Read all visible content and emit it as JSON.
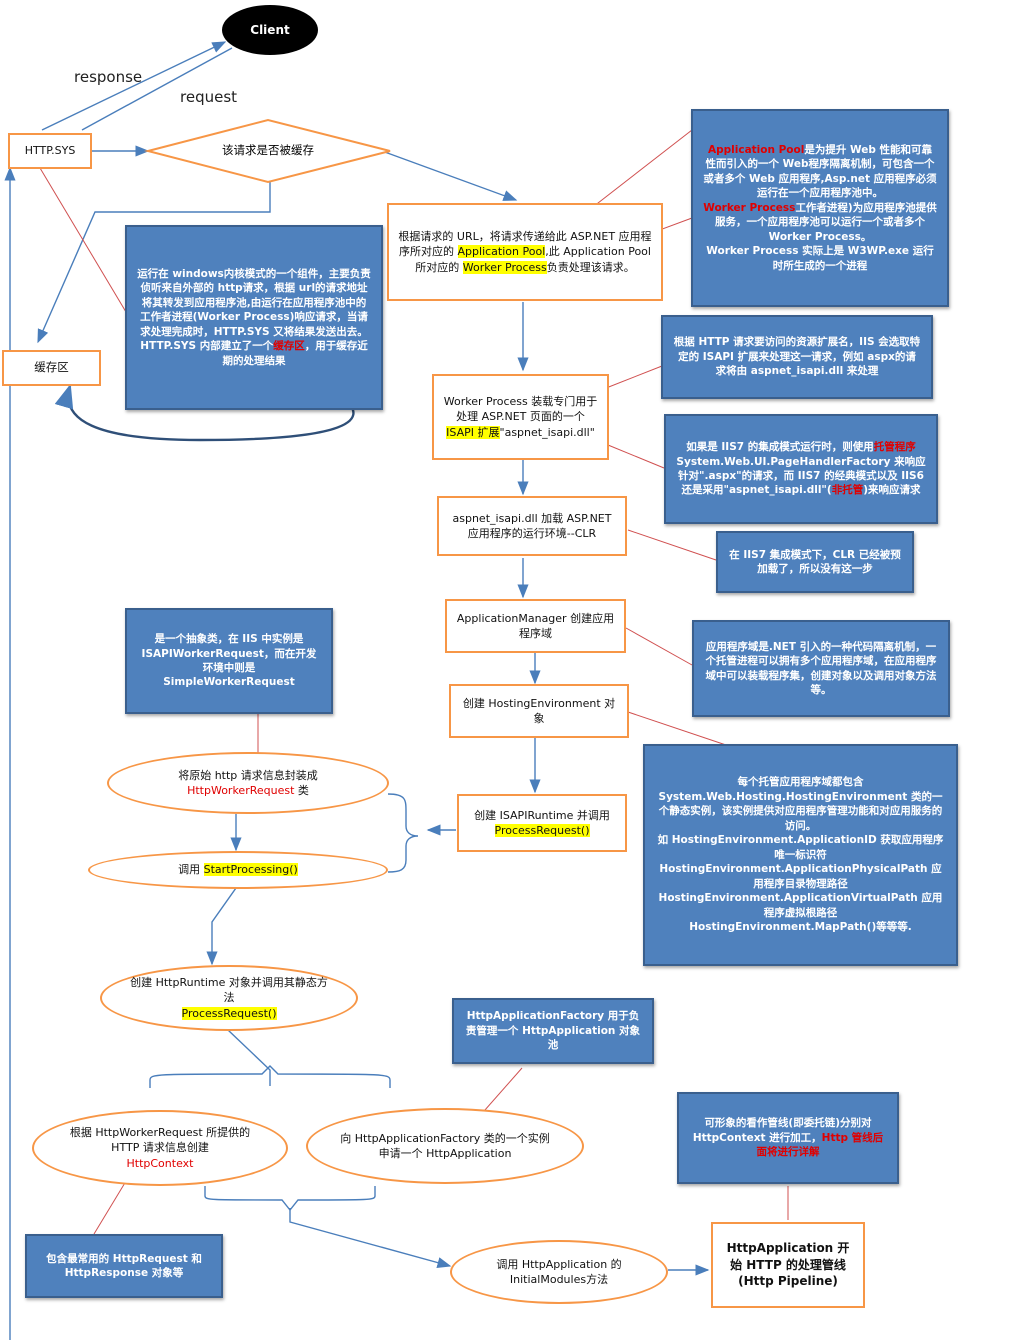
{
  "client": "Client",
  "response_label": "response",
  "request_label": "request",
  "httpsys": "HTTP.SYS",
  "cache_question": "该请求是否被缓存",
  "cache_area": "缓存区",
  "httpsys_note": {
    "p1": "运行在 windows内核模式的一个组件，主要负责侦听来自外部的 http请求，根据 url的请求地址将其转发到应用程序池,由运行在应用程序池中的工作者进程(Worker Process)响应请求，当请求处理完成时，HTTP.SYS 又将结果发送出去。HTTP.SYS 内部建立了一个",
    "p2": "缓存区",
    "p3": "，用于缓存近期的处理结果"
  },
  "dispatch": {
    "p1": "根据请求的 URL，将请求传递给此 ASP.NET 应用程序所对应的 ",
    "p2": "Application Pool",
    "p3": ",此 Application Pool 所对应的 ",
    "p4": "Worker Process",
    "p5": "负责处理该请求。"
  },
  "apppool_note": {
    "a1": "Application Pool",
    "a2": "是为提升 Web 性能和可靠性而引入的一个 Web程序隔离机制，可包含一个或者多个 Web 应用程序,Asp.net 应用程序必须运行在一个应用程序池中。",
    "b1": "Worker Process",
    "b2": "工作者进程)为应用程序池提供服务，一个应用程序池可以运行一个或者多个 Worker Process。",
    "c": "Worker Process 实际上是 W3WP.exe 运行时所生成的一个进程"
  },
  "isapi_note": "根据 HTTP 请求要访问的资源扩展名，IIS 会选取特定的 ISAPI 扩展来处理这一请求，例如 aspx的请求将由 aspnet_isapi.dll 来处理",
  "worker_box": {
    "p1": "Worker Process 装载专门用于处理 ASP.NET 页面的一个",
    "p2": "ISAPI 扩展",
    "p3": "\"aspnet_isapi.dll\""
  },
  "iis7_note": {
    "p1": "如果是 IIS7 的集成模式运行时，则使用",
    "p2": "托管程序",
    "p3": "System.Web.UI.PageHandlerFactory 来响应针对\".aspx\"的请求，而 IIS7 的经典模式以及 IIS6 还是采用\"aspnet_isapi.dll\"(",
    "p4": "非托管",
    "p5": ")来响应请求"
  },
  "clr_box": "aspnet_isapi.dll 加载 ASP.NET 应用程序的运行环境--CLR",
  "clr_note": "在 IIS7 集成模式下，CLR 已经被预加载了，所以没有这一步",
  "appmanager_box": "ApplicationManager 创建应用程序域",
  "appdomain_note": "应用程序域是.NET 引入的一种代码隔离机制，一个托管进程可以拥有多个应用程序域，在应用程序域中可以装载程序集，创建对象以及调用对象方法等。",
  "hostenv_box": "创建 HostingEnvironment 对象",
  "hostenv_note": {
    "p1": "每个托管应用程序域都包含 System.Web.Hosting.HostingEnvironment 类的一个静态实例，该实例提供对应用程序管理功能和对应用服务的访问。",
    "p2": "如 HostingEnvironment.ApplicationID 获取应用程序唯一标识符",
    "p3": "HostingEnvironment.ApplicationPhysicalPath 应用程序目录物理路径",
    "p4": "HostingEnvironment.ApplicationVirtualPath 应用程序虚拟根路径",
    "p5": "HostingEnvironment.MapPath()等等等."
  },
  "isapiruntime_box": {
    "p1": "创建 ISAPIRuntime 并调用",
    "p2": "ProcessRequest()"
  },
  "workerrequest_note": "是一个抽象类，在 IIS 中实例是 ISAPIWorkerRequest，而在开发环境中则是 SimpleWorkerRequest",
  "wrap_oval": {
    "p1": "将原始 http 请求信息封装成",
    "p2": "HttpWorkerRequest",
    "p3": " 类"
  },
  "startproc_oval": {
    "p1": "调用 ",
    "p2": "StartProcessing()"
  },
  "httpruntime_oval": {
    "p1": "创建 HttpRuntime 对象并调用其静态方法",
    "p2": "ProcessRequest()"
  },
  "appfactory_note": "HttpApplicationFactory 用于负责管理一个 HttpApplication 对象池",
  "context_oval": {
    "p1": "根据 HttpWorkerRequest 所提供的 HTTP 请求信息创建",
    "p2": "HttpContext"
  },
  "request_app_oval": "向 HttpApplicationFactory 类的一个实例申请一个 HttpApplication",
  "context_note": "包含最常用的 HttpRequest 和 HttpResponse 对象等",
  "initmodules_oval": "调用 HttpApplication 的 InitialModules方法",
  "pipeline_note": {
    "p1": "可形象的看作管线(即委托链)分别对 HttpContext 进行加工，",
    "p2": "Http 管线后面将进行详解"
  },
  "pipeline_box": "HttpApplication 开始 HTTP 的处理管线(Http Pipeline)",
  "colors": {
    "orange": "#F79646",
    "blue_fill": "#4F81BD",
    "arrow": "#4A7EBB",
    "connector": "#D05050",
    "highlight": "#FFFF00"
  }
}
